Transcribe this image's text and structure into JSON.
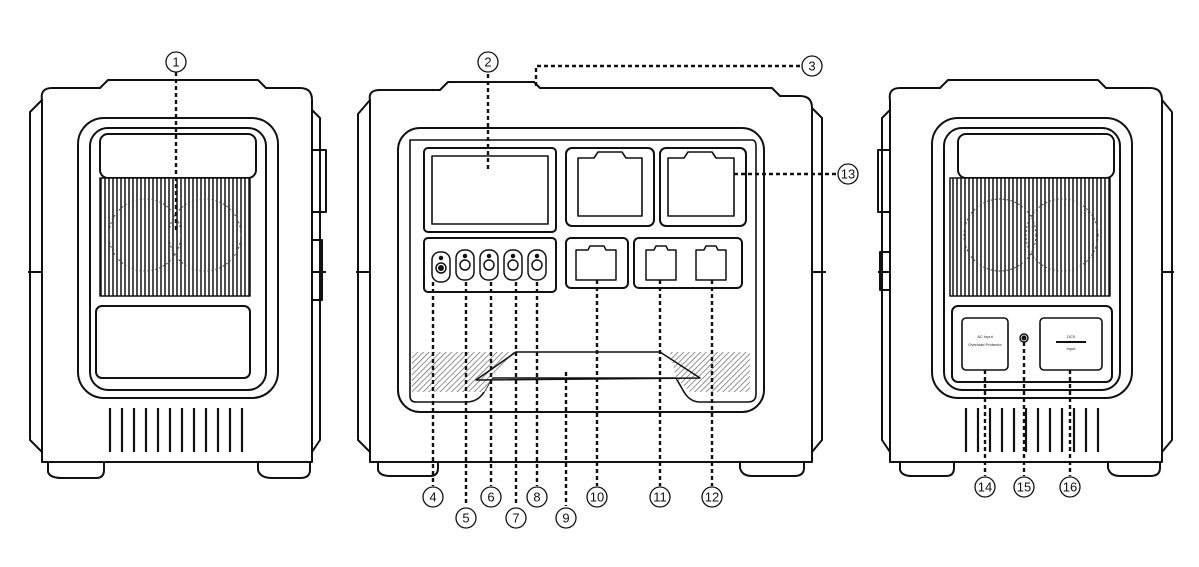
{
  "callouts": [
    {
      "label": "1"
    },
    {
      "label": "2"
    },
    {
      "label": "3"
    },
    {
      "label": "4"
    },
    {
      "label": "5"
    },
    {
      "label": "6"
    },
    {
      "label": "7"
    },
    {
      "label": "8"
    },
    {
      "label": "9"
    },
    {
      "label": "10"
    },
    {
      "label": "11"
    },
    {
      "label": "12"
    },
    {
      "label": "13"
    },
    {
      "label": "14"
    },
    {
      "label": "15"
    },
    {
      "label": "16"
    }
  ],
  "rear_panel": {
    "ac_input_label": "AC Input",
    "ac_input_sub": "Overload Protector",
    "dc_input_label": "DC5",
    "dc_input_sub": "Input"
  },
  "colors": {
    "line": "#111111",
    "hatch": "#555555",
    "background": "#ffffff"
  }
}
